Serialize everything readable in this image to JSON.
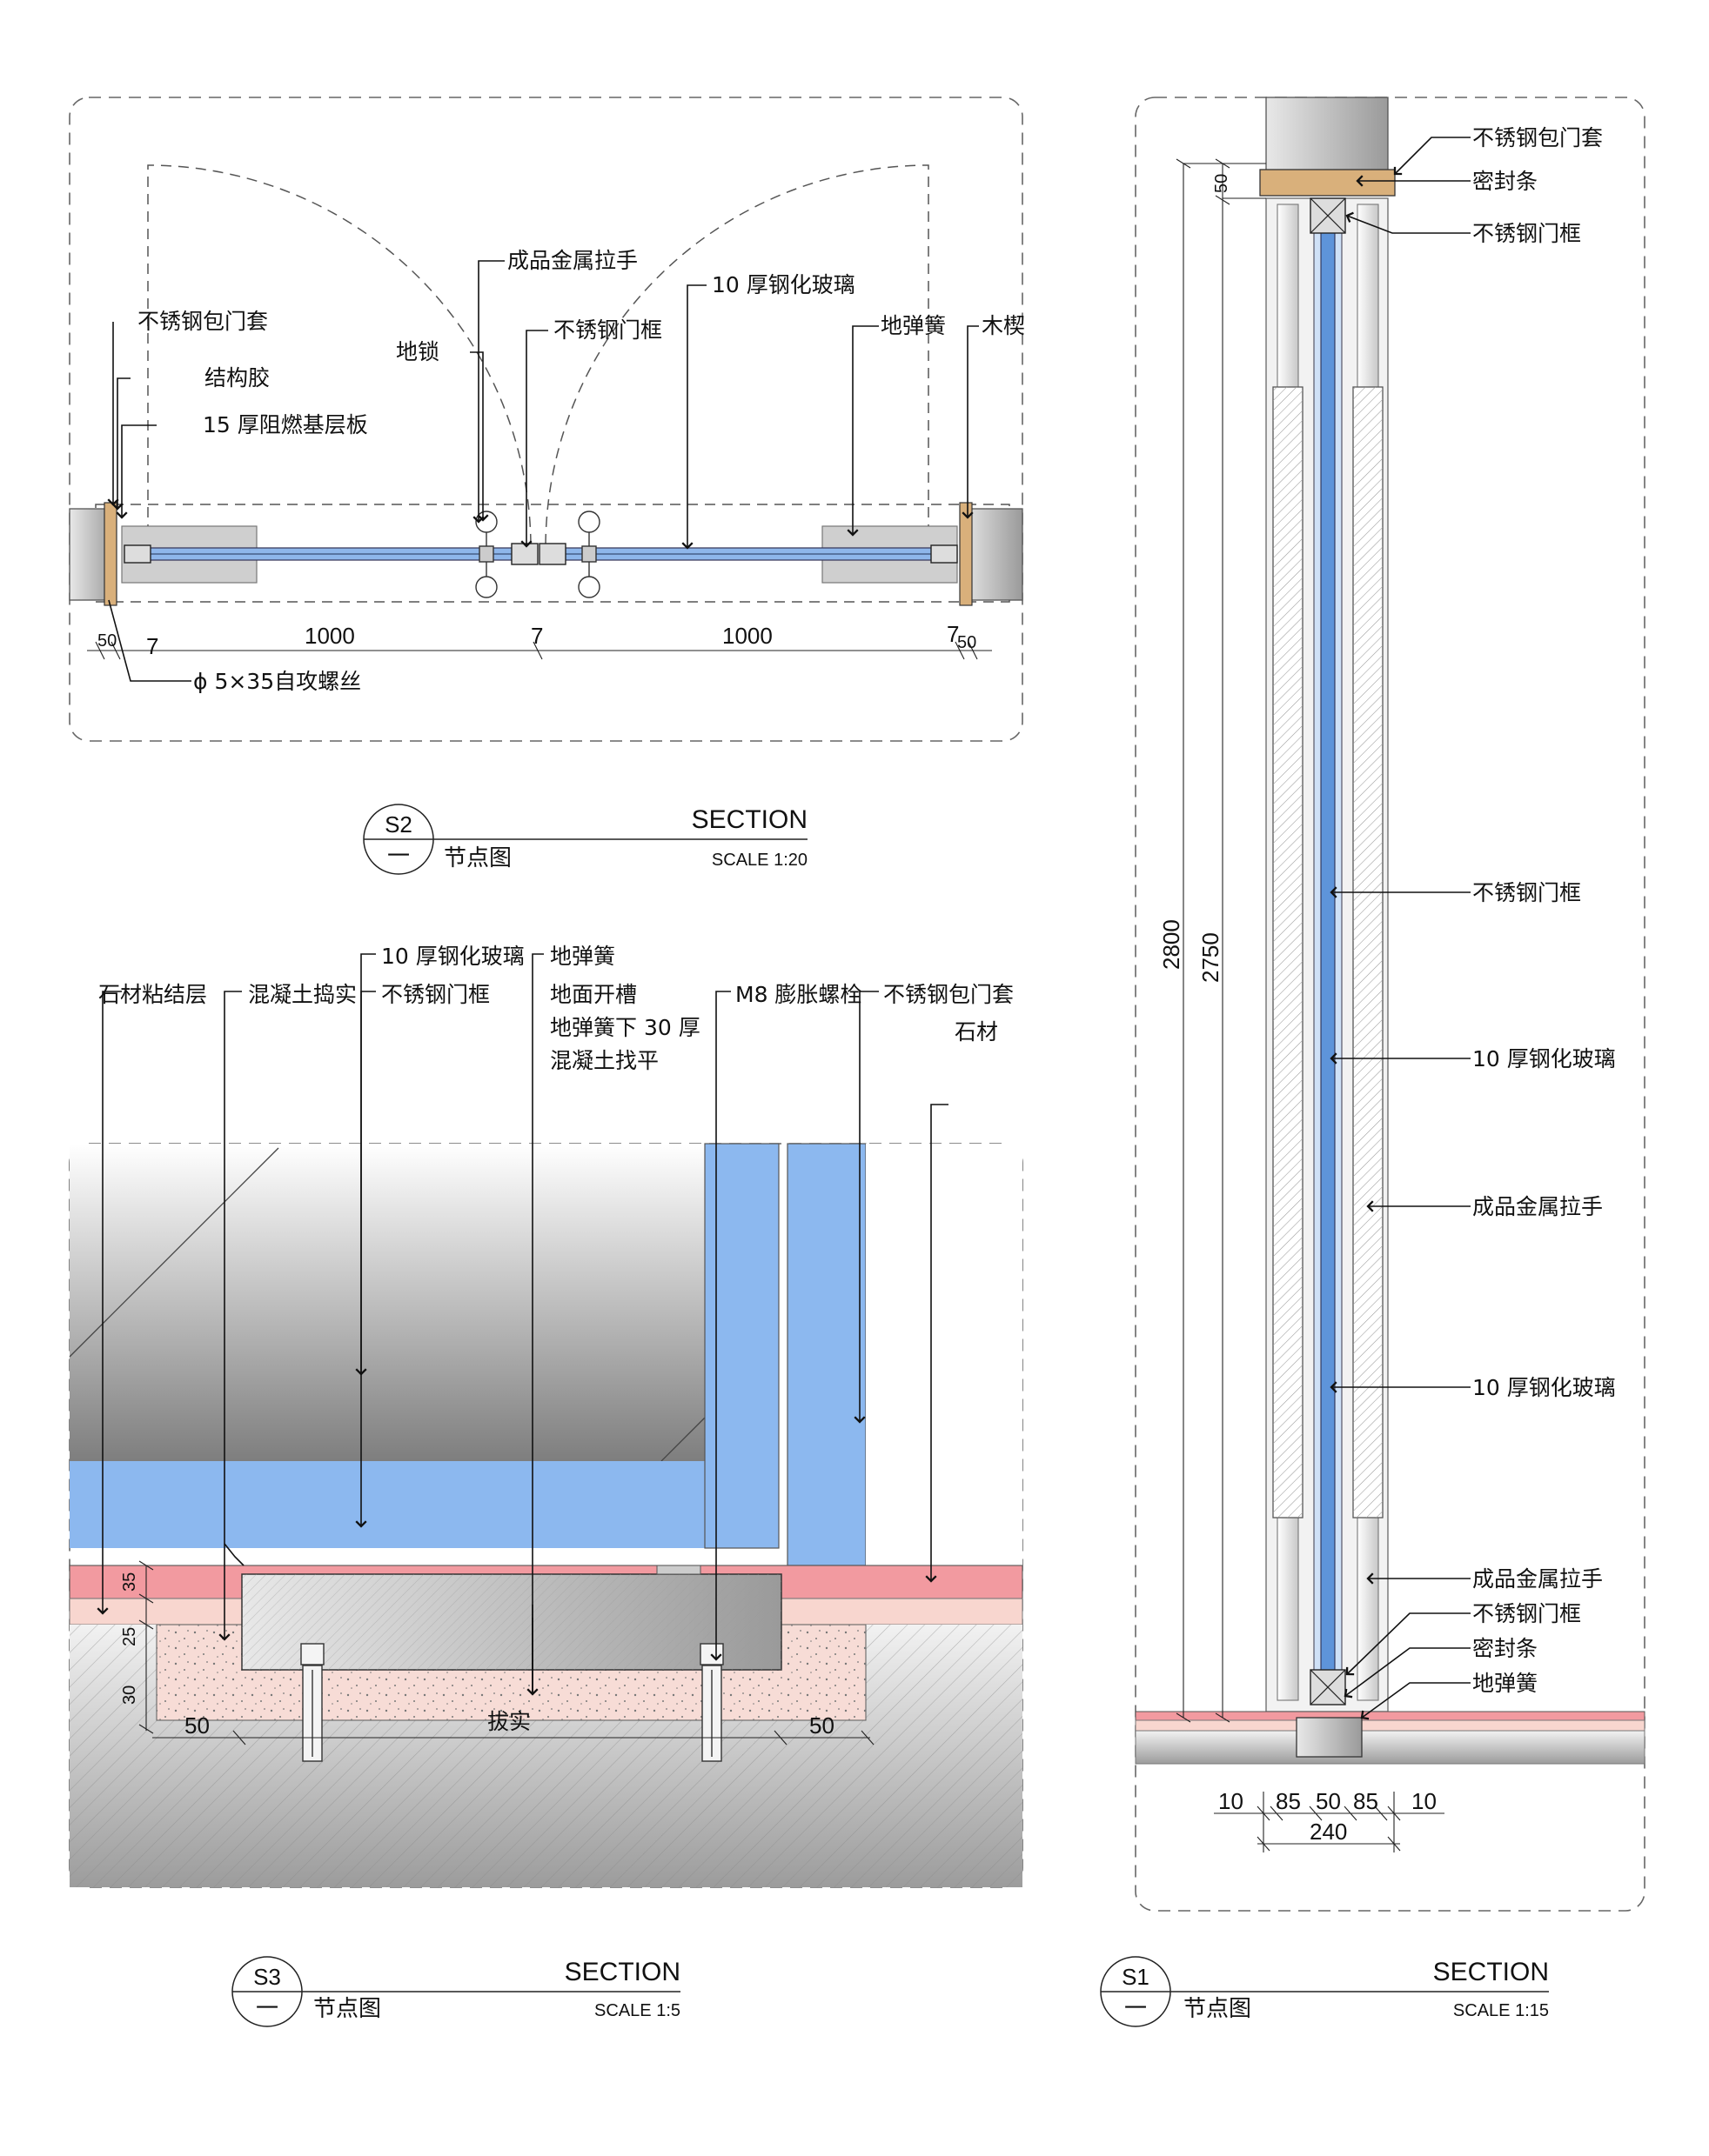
{
  "s2": {
    "labels": {
      "ss_casing": "不锈钢包门套",
      "struct_glue": "结构胶",
      "fr_board": "15 厚阻燃基层板",
      "floor_lock": "地锁",
      "handle": "成品金属拉手",
      "ss_frame": "不锈钢门框",
      "glass": "10 厚钢化玻璃",
      "floor_spring": "地弹簧",
      "wood_wedge": "木楔",
      "screw": "ϕ  5×35自攻螺丝"
    },
    "dims": {
      "d50a": "50",
      "d7a": "7",
      "d1000a": "1000",
      "d7b": "7",
      "d1000b": "1000",
      "d7c": "7",
      "d50b": "50"
    },
    "title": {
      "tag": "S2",
      "num": "一",
      "section": "SECTION",
      "name": "节点图",
      "scale": "SCALE 1:20"
    }
  },
  "s3": {
    "labels": {
      "stone_bond": "石材粘结层",
      "concrete": "混凝土捣实",
      "glass": "10 厚钢化玻璃",
      "ss_frame": "不锈钢门框",
      "floor_spring": "地弹簧",
      "slot_1": "地面开槽",
      "slot_2": "地弹簧下 30 厚",
      "slot_3": "混凝土找平",
      "bolt": "M8 膨胀螺栓",
      "ss_casing": "不锈钢包门套",
      "stone": "石材",
      "compact": "拔实"
    },
    "dims": {
      "d35": "35",
      "d25": "25",
      "d30": "30",
      "d50a": "50",
      "d50b": "50"
    },
    "title": {
      "tag": "S3",
      "num": "一",
      "section": "SECTION",
      "name": "节点图",
      "scale": "SCALE 1:5"
    }
  },
  "s1": {
    "labels": {
      "ss_casing": "不锈钢包门套",
      "seal_top": "密封条",
      "ss_frame_top": "不锈钢门框",
      "ss_frame_mid": "不锈钢门框",
      "glass_1": "10 厚钢化玻璃",
      "handle_1": "成品金属拉手",
      "glass_2": "10 厚钢化玻璃",
      "handle_2": "成品金属拉手",
      "ss_frame_bot": "不锈钢门框",
      "seal_bot": "密封条",
      "floor_spring": "地弹簧"
    },
    "dims": {
      "d50": "50",
      "d2800": "2800",
      "d2750": "2750",
      "b10a": "10",
      "b85a": "85",
      "b50": "50",
      "b85b": "85",
      "b10b": "10",
      "b240": "240"
    },
    "title": {
      "tag": "S1",
      "num": "一",
      "section": "SECTION",
      "name": "节点图",
      "scale": "SCALE 1:15"
    }
  }
}
